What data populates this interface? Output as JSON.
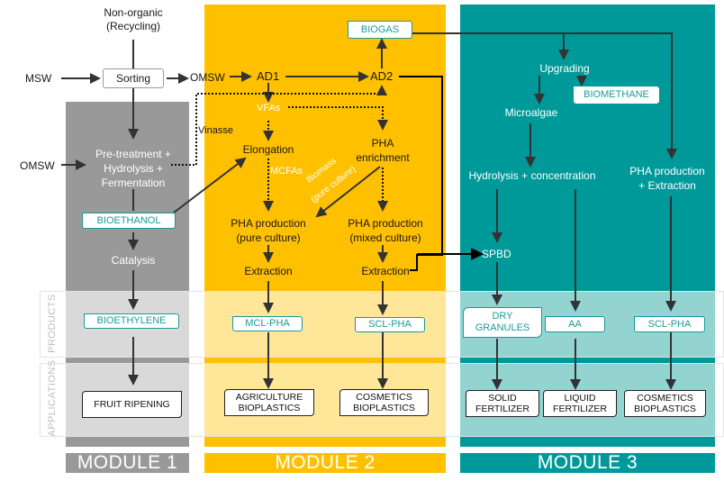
{
  "colors": {
    "module1": "#999999",
    "module2": "#ffc000",
    "module3": "#009999",
    "module1_tint": "#d9d9d9",
    "module2_tint": "#ffe699",
    "module3_tint": "#93d4d0",
    "product_border": "#1a9a9a"
  },
  "inputs": {
    "non_organic": "Non-organic",
    "recycling": "(Recycling)",
    "msw": "MSW",
    "sorting": "Sorting",
    "omsw_top": "OMSW",
    "omsw_left": "OMSW",
    "vinasse": "Vinasse"
  },
  "module1": {
    "pretreatment_lines": [
      "Pre-treatment +",
      "Hydrolysis +",
      "Fermentation"
    ],
    "bioethanol": "BIOETHANOL",
    "catalysis": "Catalysis",
    "product": "BIOETHYLENE",
    "application": "FRUIT RIPENING",
    "footer": "MODULE 1"
  },
  "module2": {
    "biogas": "BIOGAS",
    "ad1": "AD1",
    "ad2": "AD2",
    "vfas": "VFAs",
    "elongation": "Elongation",
    "pha_enrichment_lines": [
      "PHA",
      "enrichment"
    ],
    "mcfas": "MCFAs",
    "biomass_lines": [
      "Biomass",
      "(pure culture)"
    ],
    "pha_pure_lines": [
      "PHA production",
      "(pure culture)"
    ],
    "pha_mixed_lines": [
      "PHA production",
      "(mixed culture)"
    ],
    "extraction_left": "Extraction",
    "extraction_right": "Extraction",
    "product_left": "MCL-PHA",
    "product_right": "SCL-PHA",
    "app_left_lines": [
      "AGRICULTURE",
      "BIOPLASTICS"
    ],
    "app_right_lines": [
      "COSMETICS",
      "BIOPLASTICS"
    ],
    "footer": "MODULE 2"
  },
  "module3": {
    "upgrading": "Upgrading",
    "biomethane": "BIOMETHANE",
    "microalgae": "Microalgae",
    "hydrolysis": "Hydrolysis + concentration",
    "pha_prod_lines": [
      "PHA production",
      "+ Extraction"
    ],
    "spbd": "SPBD",
    "product_dry_lines": [
      "DRY",
      "GRANULES"
    ],
    "product_aa": "AA",
    "product_scl": "SCL-PHA",
    "app_solid_lines": [
      "SOLID",
      "FERTILIZER"
    ],
    "app_liquid_lines": [
      "LIQUID",
      "FERTILIZER"
    ],
    "app_cosmetics_lines": [
      "COSMETICS",
      "BIOPLASTICS"
    ],
    "footer": "MODULE 3"
  },
  "bands": {
    "products": "PRODUCTS",
    "applications": "APPLICATIONS"
  }
}
